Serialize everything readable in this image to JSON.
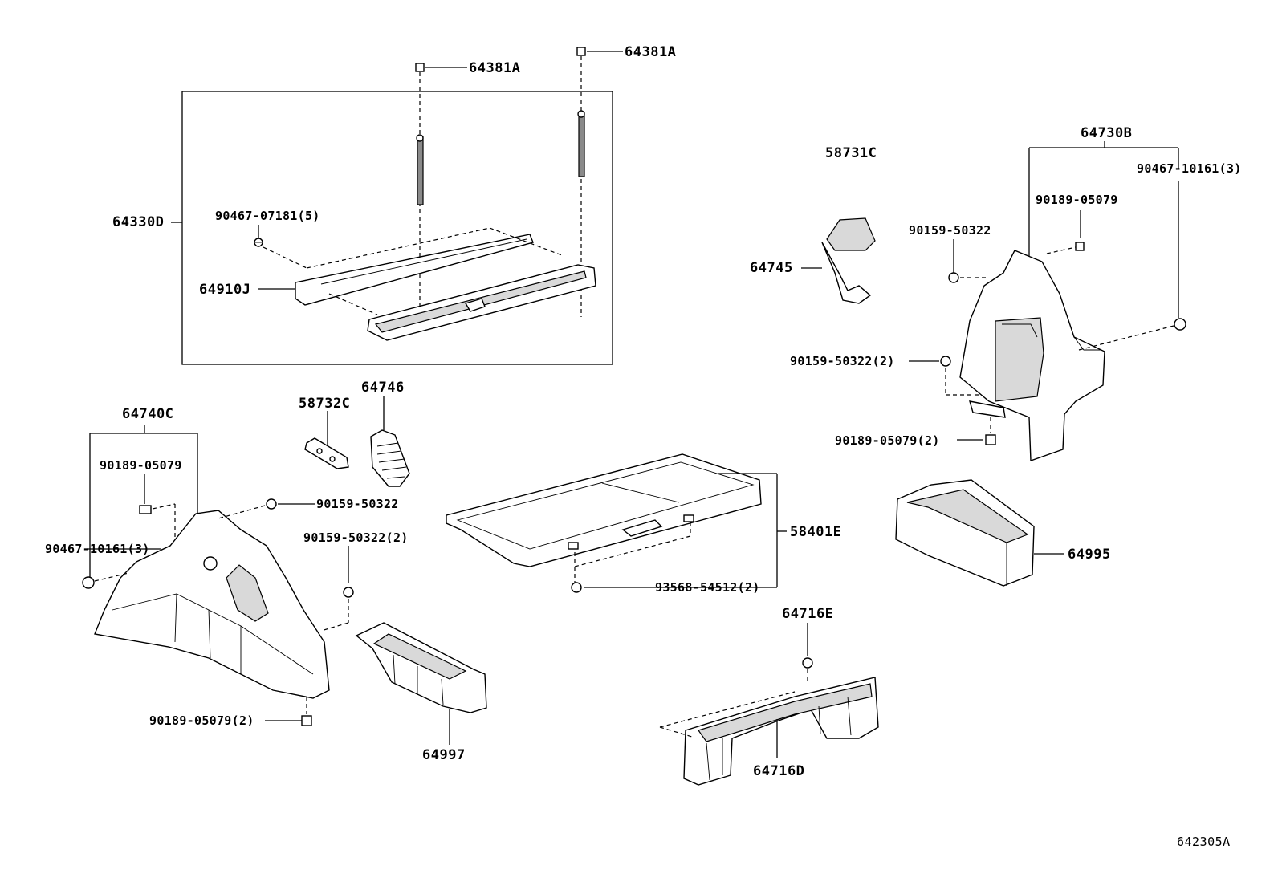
{
  "diagram_code": "642305A",
  "labels": {
    "p64381A_1": "64381A",
    "p64381A_2": "64381A",
    "p64330D": "64330D",
    "p90467_07181": "90467-07181(5)",
    "p64910J": "64910J",
    "p58731C": "58731C",
    "p64745": "64745",
    "p64730B": "64730B",
    "p90467_10161_r": "90467-10161(3)",
    "p90189_05079_r": "90189-05079",
    "p90159_50322_r": "90159-50322",
    "p90159_50322_2_r": "90159-50322(2)",
    "p90189_05079_2_r": "90189-05079(2)",
    "p64995": "64995",
    "p58732C": "58732C",
    "p64746": "64746",
    "p64740C": "64740C",
    "p90189_05079_l": "90189-05079",
    "p90159_50322_l": "90159-50322",
    "p90467_10161_l": "90467-10161(3)",
    "p90159_50322_2_l": "90159-50322(2)",
    "p90189_05079_2_l": "90189-05079(2)",
    "p64997": "64997",
    "p58401E": "58401E",
    "p93568_54512": "93568-54512(2)",
    "p64716E": "64716E",
    "p64716D": "64716D"
  }
}
